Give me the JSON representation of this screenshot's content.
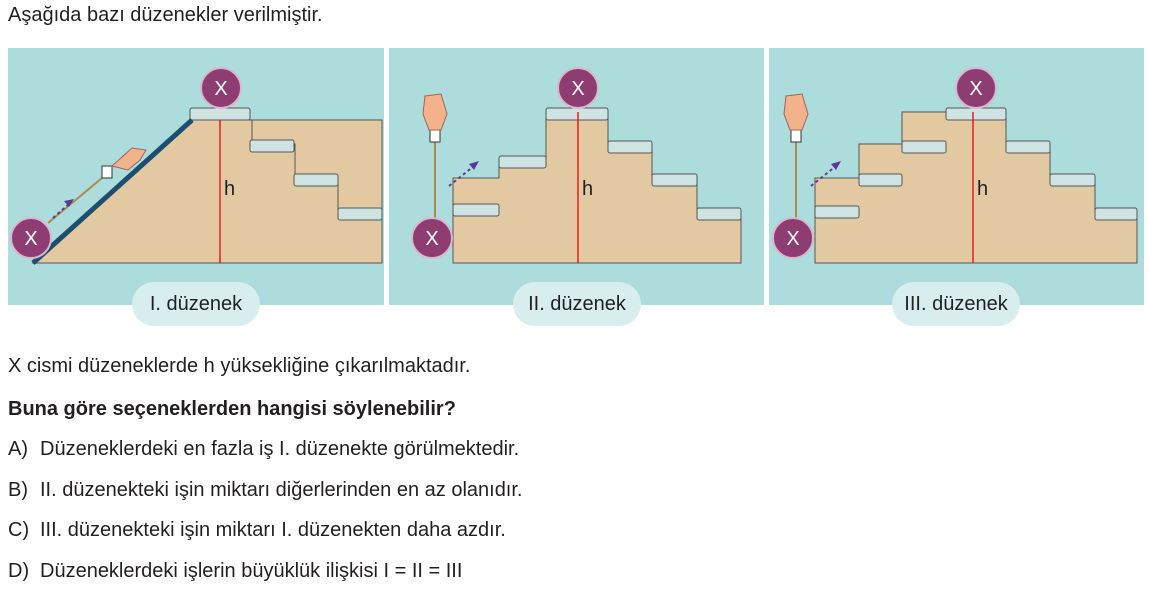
{
  "intro": "Aşağıda bazı düzenekler verilmiştir.",
  "object_label": "X",
  "height_label": "h",
  "panels": [
    {
      "caption": "I. düzenek"
    },
    {
      "caption": "II. düzenek"
    },
    {
      "caption": "III. düzenek"
    }
  ],
  "statement": "X cismi düzeneklerde h yüksekliğine çıkarılmaktadır.",
  "question": "Buna göre seçeneklerden hangisi söylenebilir?",
  "options": [
    {
      "letter": "A)",
      "text": "Düzeneklerdeki en fazla iş I. düzenekte görülmektedir."
    },
    {
      "letter": "B)",
      "text": "II. düzenekteki işin miktarı diğerlerinden en az olanıdır."
    },
    {
      "letter": "C)",
      "text": "III. düzenekteki işin miktarı I. düzenekten daha azdır."
    },
    {
      "letter": "D)",
      "text": "Düzeneklerdeki işlerin büyüklük ilişkisi I = II = III"
    }
  ],
  "colors": {
    "panel_bg": "#acdcdc",
    "block": "#e3c9a2",
    "ball": "#8e3d73",
    "height_line": "#e3211c",
    "ramp": "#1d4e70",
    "arrow": "#5b3a96"
  }
}
